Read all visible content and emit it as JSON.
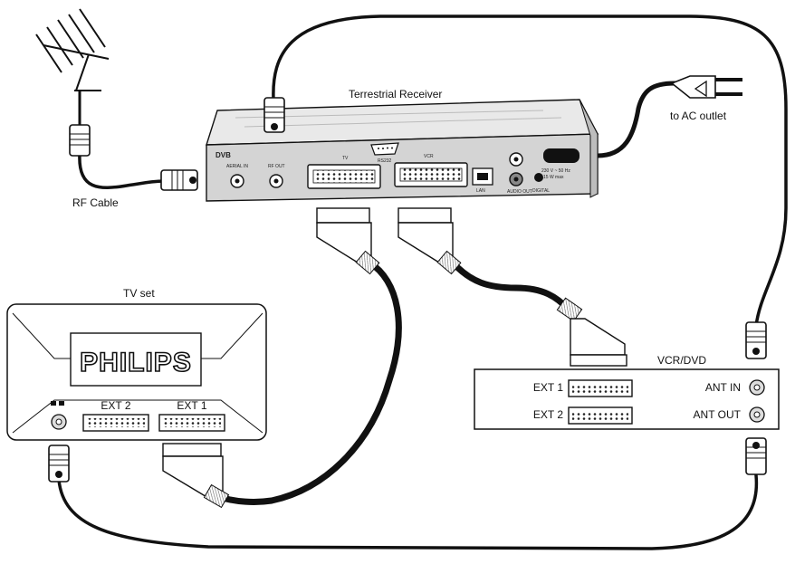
{
  "labels": {
    "receiver": "Terrestrial Receiver",
    "ac": "to AC outlet",
    "rf_cable": "RF Cable",
    "tv": "TV set",
    "vcr": "VCR/DVD"
  },
  "tv": {
    "brand": "PHILIPS",
    "ext2": "EXT 2",
    "ext1": "EXT 1"
  },
  "vcr": {
    "ext1": "EXT 1",
    "ext2": "EXT 2",
    "ant_in": "ANT IN",
    "ant_out": "ANT OUT"
  },
  "receiver_panel": {
    "aerial_in": "AERIAL IN",
    "rf_out": "RF OUT",
    "tv": "TV",
    "vcr": "VCR",
    "rs232": "RS232",
    "lan": "LAN",
    "audio_out": "AUDIO OUT",
    "digital": "DIGITAL",
    "power1": "230 V ~ 50 Hz",
    "power2": "15 W max",
    "brand_mark": "DVB"
  }
}
